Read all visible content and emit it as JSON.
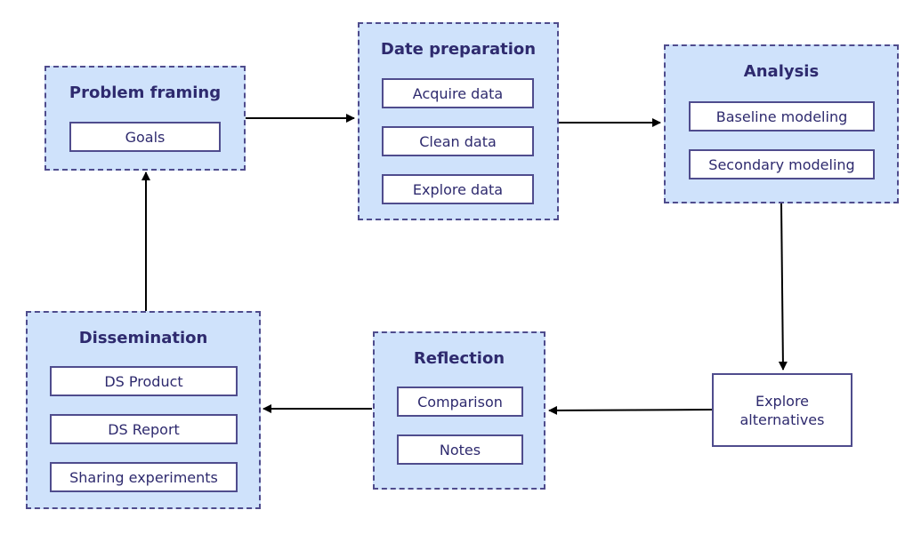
{
  "problem_framing": {
    "title": "Problem framing",
    "items": [
      "Goals"
    ]
  },
  "data_preparation": {
    "title": "Date preparation",
    "items": [
      "Acquire data",
      "Clean data",
      "Explore data"
    ]
  },
  "analysis": {
    "title": "Analysis",
    "items": [
      "Baseline modeling",
      "Secondary modeling"
    ]
  },
  "explore_alternatives": {
    "label": "Explore alternatives"
  },
  "reflection": {
    "title": "Reflection",
    "items": [
      "Comparison",
      "Notes"
    ]
  },
  "dissemination": {
    "title": "Dissemination",
    "items": [
      "DS Product",
      "DS Report",
      "Sharing experiments"
    ]
  },
  "colors": {
    "group_fill": "#cfe2fb",
    "border": "#4f4c8d",
    "text": "#2e2a6e",
    "arrow": "#000000"
  }
}
